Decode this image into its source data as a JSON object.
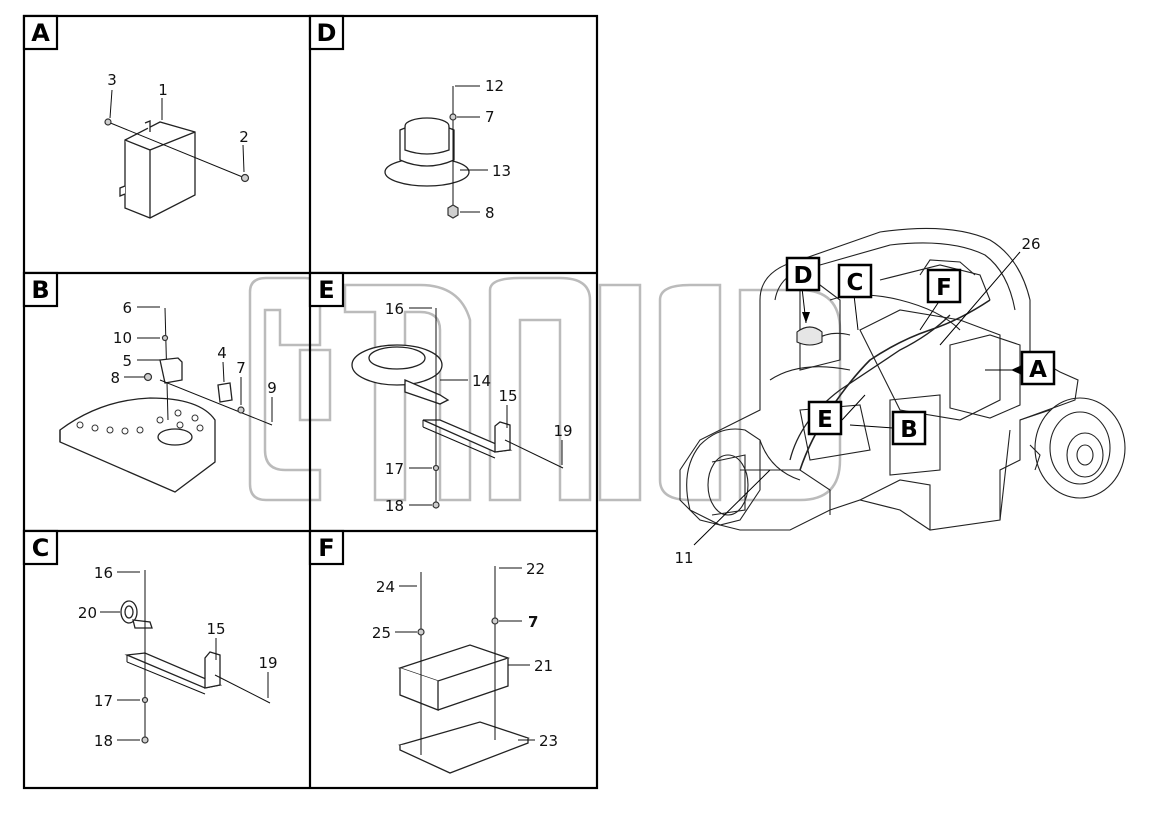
{
  "panels": {
    "A": {
      "tag": "A",
      "labels": {
        "p1": "1",
        "p2": "2",
        "p3": "3"
      }
    },
    "B": {
      "tag": "B",
      "labels": {
        "p4": "4",
        "p5": "5",
        "p6": "6",
        "p7": "7",
        "p8": "8",
        "p9": "9",
        "p10": "10"
      }
    },
    "C": {
      "tag": "C",
      "labels": {
        "p15": "15",
        "p16": "16",
        "p17": "17",
        "p18": "18",
        "p19": "19",
        "p20": "20"
      }
    },
    "D": {
      "tag": "D",
      "labels": {
        "p7": "7",
        "p8": "8",
        "p12": "12",
        "p13": "13"
      }
    },
    "E": {
      "tag": "E",
      "labels": {
        "p14": "14",
        "p15": "15",
        "p16": "16",
        "p17": "17",
        "p18": "18",
        "p19": "19"
      }
    },
    "F": {
      "tag": "F",
      "labels": {
        "p7": "7",
        "p21": "21",
        "p22": "22",
        "p23": "23",
        "p24": "24",
        "p25": "25"
      }
    }
  },
  "overview": {
    "callouts": {
      "A": "A",
      "B": "B",
      "C": "C",
      "D": "D",
      "E": "E",
      "F": "F"
    },
    "labels": {
      "p11": "11",
      "p26": "26"
    }
  }
}
